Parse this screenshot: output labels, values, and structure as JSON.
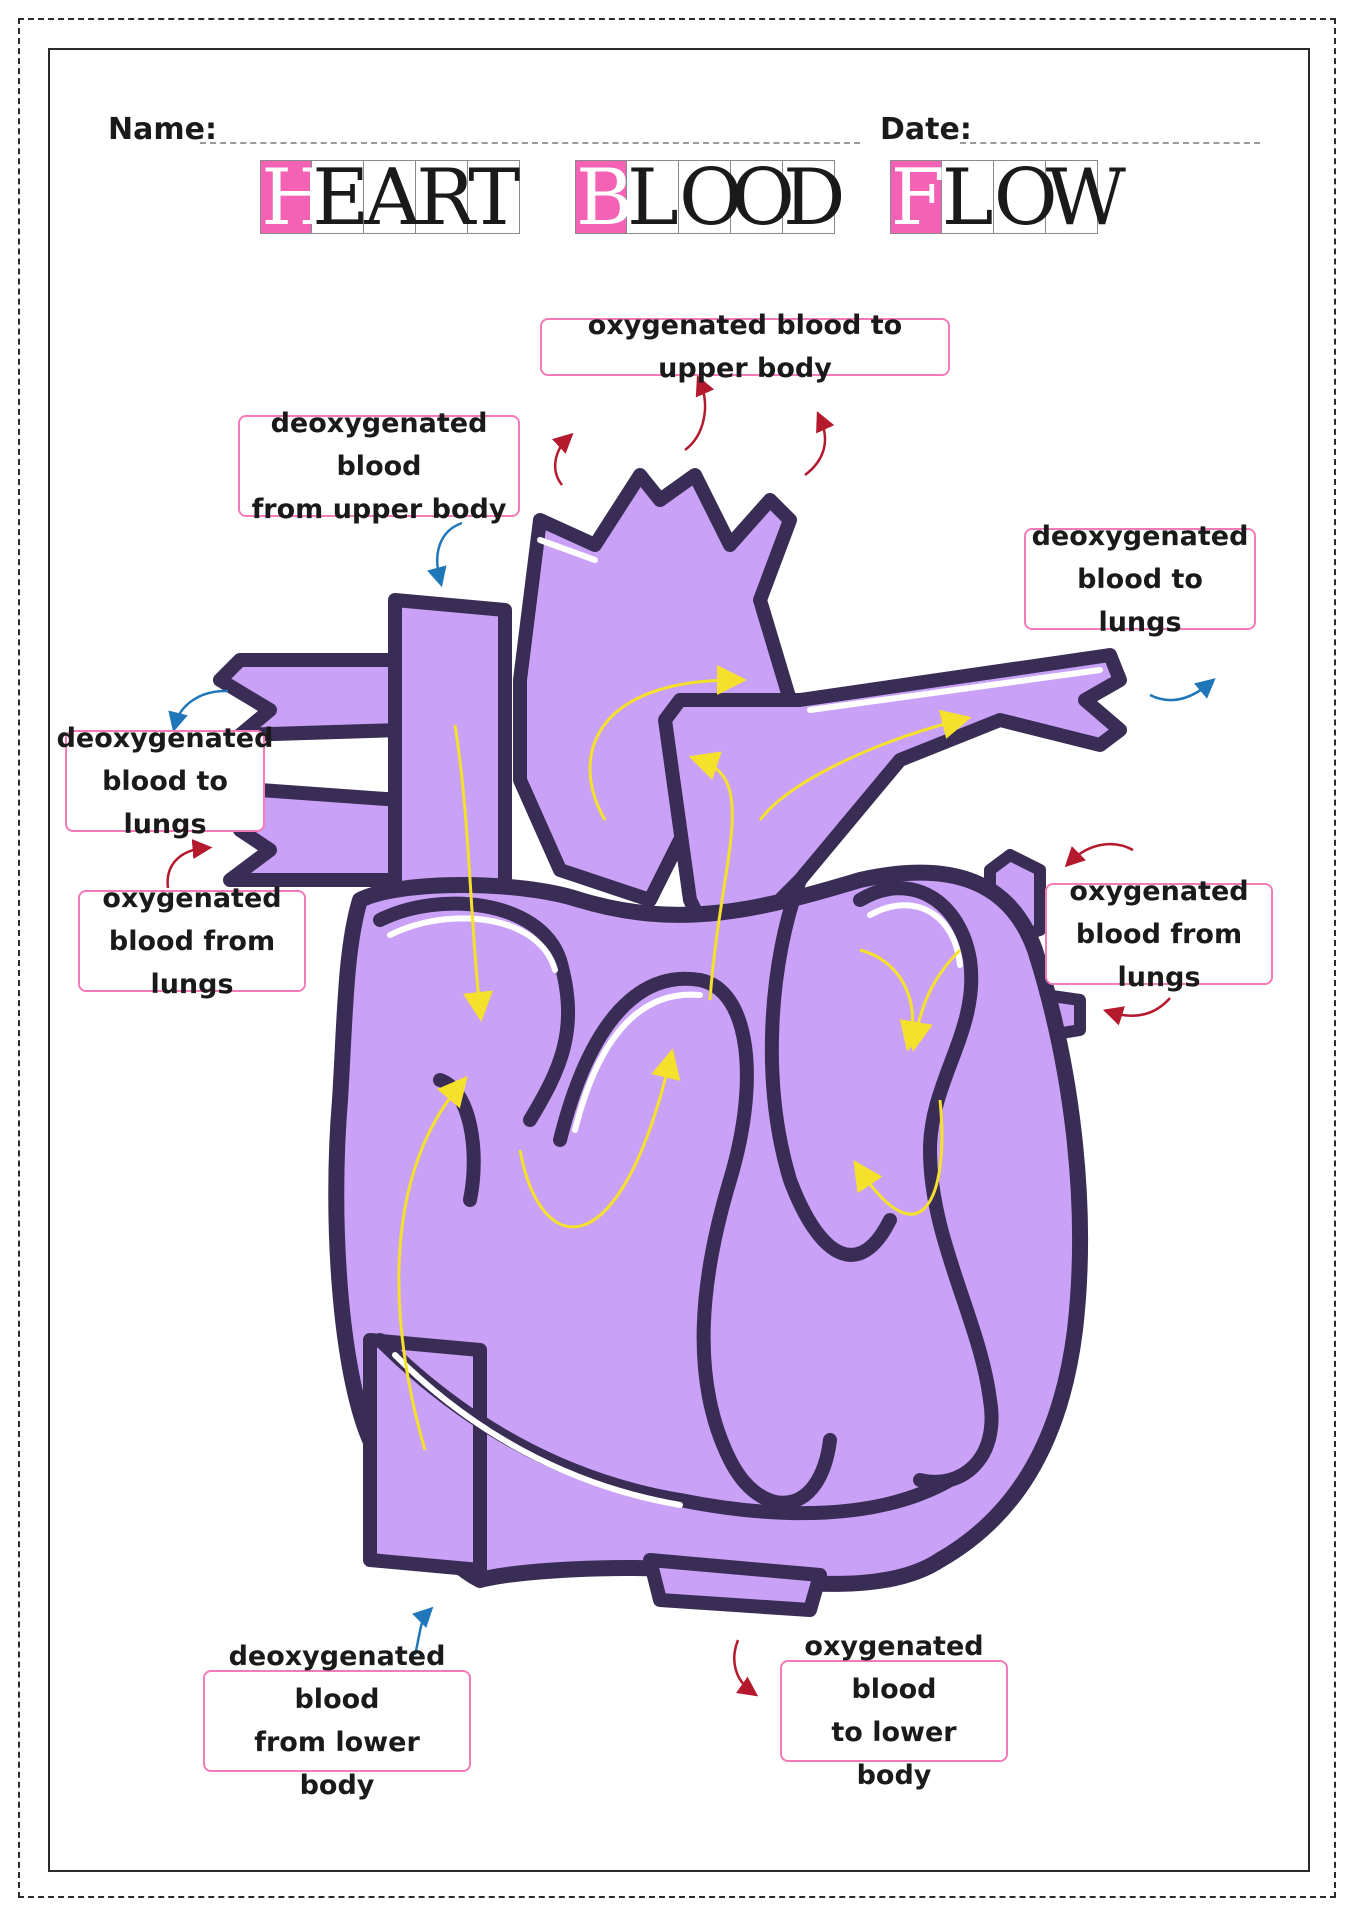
{
  "header": {
    "name_label": "Name:",
    "date_label": "Date:"
  },
  "title": {
    "words": [
      {
        "first": "H",
        "rest": [
          "E",
          "A",
          "R",
          "T"
        ]
      },
      {
        "first": "B",
        "rest": [
          "L",
          "O",
          "O",
          "D"
        ]
      },
      {
        "first": "F",
        "rest": [
          "L",
          "O",
          "W"
        ]
      }
    ]
  },
  "labels": {
    "upper_body_out": "oxygenated blood to upper body",
    "upper_body_in": "deoxygenated blood\nfrom upper body",
    "lungs_out_right": "deoxygenated\nblood to lungs",
    "lungs_out_left": "deoxygenated\nblood to lungs",
    "lungs_in_left": "oxygenated\nblood from lungs",
    "lungs_in_right": "oxygenated\nblood from lungs",
    "lower_body_in": "deoxygenated blood\nfrom lower body",
    "lower_body_out": "oxygenated blood\nto lower body"
  },
  "colors": {
    "heart_fill": "#c9a2f7",
    "heart_outline": "#3a2d55",
    "title_accent": "#f462b6",
    "label_border": "#f47ab8",
    "flow_arrow": "#f5e02b",
    "arrow_oxygenated": "#b5192e",
    "arrow_deoxygenated": "#1f76b8"
  },
  "icons": {
    "flow_arrows": "yellow-curved-arrow",
    "oxygenated_arrows": "red-curved-arrow",
    "deoxygenated_arrows": "blue-curved-arrow"
  }
}
